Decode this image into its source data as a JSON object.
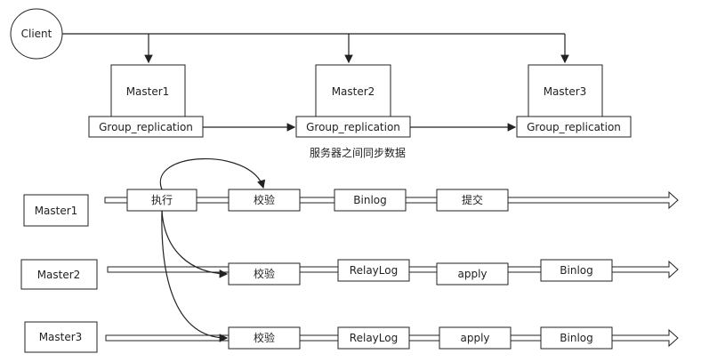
{
  "client": {
    "label": "Client"
  },
  "top": {
    "masters": [
      {
        "name": "Master1",
        "plugin": "Group_replication"
      },
      {
        "name": "Master2",
        "plugin": "Group_replication"
      },
      {
        "name": "Master3",
        "plugin": "Group_replication"
      }
    ],
    "sync_caption": "服务器之间同步数据"
  },
  "lanes": [
    {
      "name": "Master1",
      "steps": [
        "执行",
        "校验",
        "Binlog",
        "提交"
      ]
    },
    {
      "name": "Master2",
      "steps": [
        "校验",
        "RelayLog",
        "apply",
        "Binlog"
      ]
    },
    {
      "name": "Master3",
      "steps": [
        "校验",
        "RelayLog",
        "apply",
        "Binlog"
      ]
    }
  ]
}
